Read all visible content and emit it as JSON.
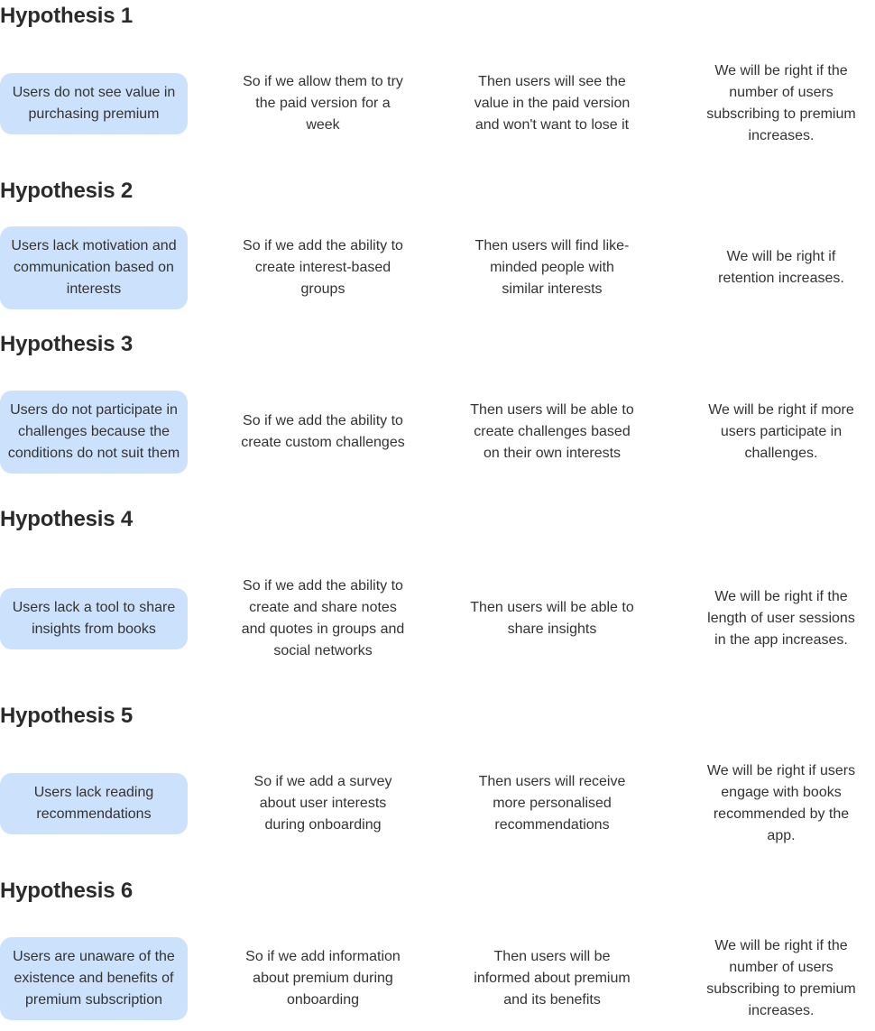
{
  "hypotheses": [
    {
      "title": "Hypothesis 1",
      "problem": "Users do not see value in purchasing premium",
      "if": "So if we allow them to try the paid version for a week",
      "then": "Then users will see the value in the paid version and won't want to lose it",
      "right": "We will be right if the number of users subscribing to premium increases."
    },
    {
      "title": "Hypothesis 2",
      "problem": "Users lack motivation and communication based on interests",
      "if": "So if we add the ability to create interest-based groups",
      "then": "Then users will find like-minded people with similar interests",
      "right": "We will be right if retention increases."
    },
    {
      "title": "Hypothesis 3",
      "problem": "Users do not participate in challenges because the conditions do not suit them",
      "if": "So if we add the ability to create custom challenges",
      "then": "Then users will be able to create challenges based on their own interests",
      "right": "We will be right if more users participate in challenges."
    },
    {
      "title": "Hypothesis 4",
      "problem": "Users lack a tool to share insights from books",
      "if": "So if we add the ability to create and share notes and quotes in groups and social networks",
      "then": "Then users will be able to share insights",
      "right": "We will be right if the length of user sessions in the app increases."
    },
    {
      "title": "Hypothesis 5",
      "problem": "Users lack reading recommendations",
      "if": "So if we add a survey about user interests during onboarding",
      "then": "Then users will receive more personalised recommendations",
      "right": "We will be right if users engage with books recommended by the app."
    },
    {
      "title": "Hypothesis 6",
      "problem": "Users are unaware of the existence and benefits of premium subscription",
      "if": "So if we add information about premium during onboarding",
      "then": "Then users will be informed about premium and its benefits",
      "right": "We will be right if the number of users subscribing to premium increases."
    }
  ],
  "colors": {
    "problem_card_bg": "#cce1fc",
    "title_text": "#2b2b2b",
    "body_text": "#333333"
  }
}
